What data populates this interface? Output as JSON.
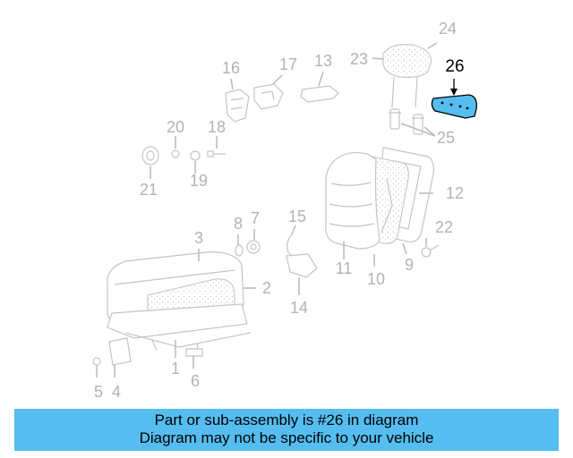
{
  "diagram": {
    "highlight_color": "#55bdf0",
    "highlighted_part": "26",
    "part_labels": [
      "1",
      "2",
      "3",
      "4",
      "5",
      "6",
      "7",
      "8",
      "9",
      "10",
      "11",
      "12",
      "13",
      "14",
      "15",
      "16",
      "17",
      "18",
      "19",
      "20",
      "21",
      "22",
      "23",
      "24",
      "25",
      "26"
    ]
  },
  "banner": {
    "line1": "Part or sub-assembly is #26 in diagram",
    "line2": "Diagram may not be specific to your vehicle",
    "background": "#55bdf0"
  }
}
